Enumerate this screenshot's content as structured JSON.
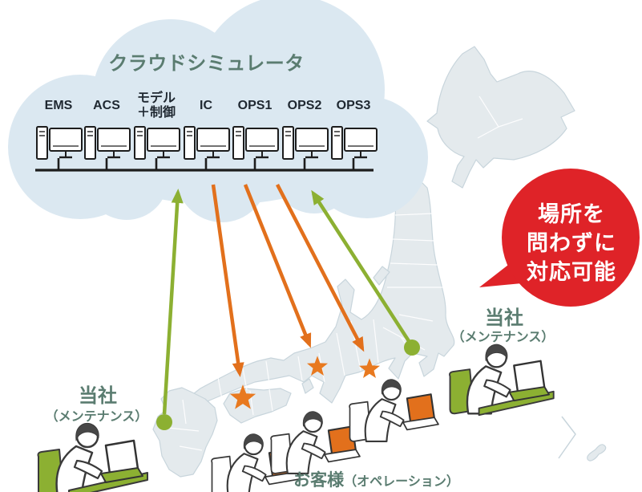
{
  "cloud": {
    "title": "クラウドシミュレータ",
    "units": [
      {
        "label": "EMS"
      },
      {
        "label": "ACS"
      },
      {
        "label": "モデル\n＋制御"
      },
      {
        "label": "IC"
      },
      {
        "label": "OPS1"
      },
      {
        "label": "OPS2"
      },
      {
        "label": "OPS3"
      }
    ]
  },
  "bubble": {
    "line1": "場所を",
    "line2": "問わずに",
    "line3": "対応可能"
  },
  "labels": {
    "maintenance_left": {
      "main": "当社",
      "sub": "（メンテナンス）"
    },
    "maintenance_right": {
      "main": "当社",
      "sub": "（メンテナンス）"
    },
    "customer": {
      "main": "お客様",
      "sub": "（オペレーション）"
    }
  },
  "colors": {
    "cloud_fill": "#dbe8f1",
    "map_fill": "#e4eaed",
    "map_coast": "#c8d5dc",
    "green_accent": "#8cb032",
    "orange_accent": "#e2701c",
    "star_orange": "#e8791f",
    "bubble_red": "#df2328",
    "teal_text": "#5a7c70",
    "dark_text": "#1f2831",
    "bubble_text": "#ffffff"
  }
}
